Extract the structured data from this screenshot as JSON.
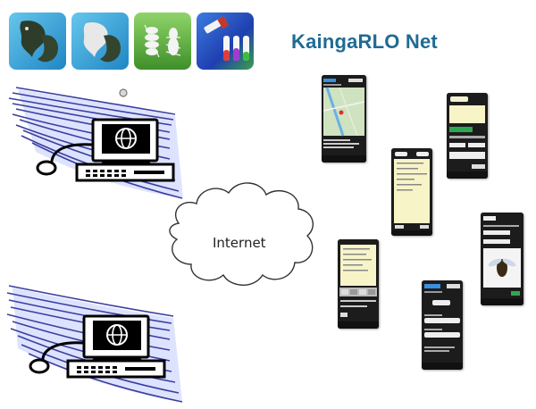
{
  "title": "KaingaRLO Net",
  "cloud_label": "Internet",
  "app_icons": [
    {
      "name": "fish-icon",
      "bg": "#3aa8d8"
    },
    {
      "name": "fish-icon-2",
      "bg": "#3aa8d8"
    },
    {
      "name": "insect-larva-icon",
      "bg": "#5aa838"
    },
    {
      "name": "test-tubes-icon",
      "bg": "#2b4fb8"
    }
  ],
  "colors": {
    "title": "#1f6b94",
    "wind_lines": "#3b3f9e",
    "wind_fill": "#dde3ff",
    "phone_body": "#1c1c1c"
  }
}
